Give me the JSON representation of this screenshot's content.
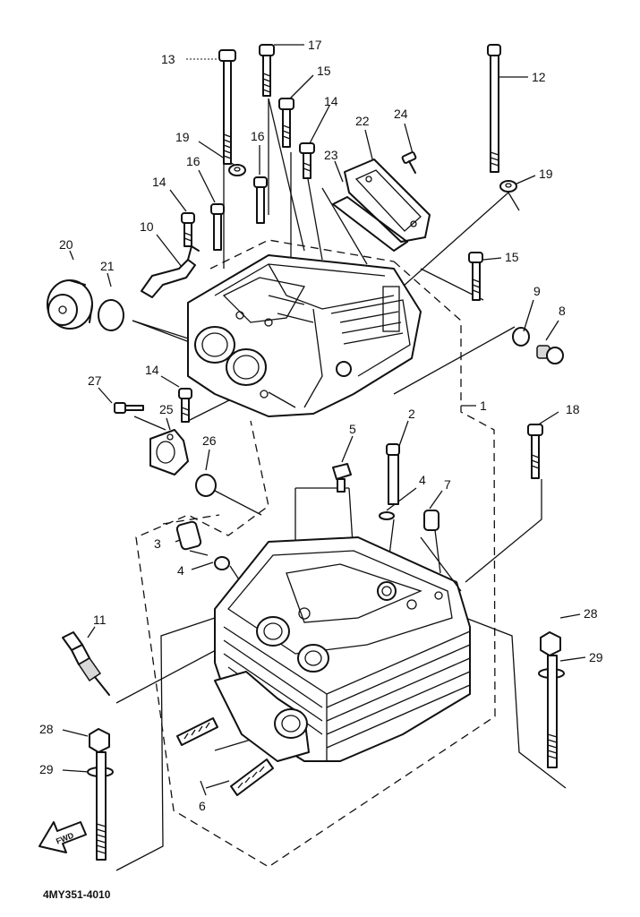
{
  "diagram": {
    "part_labels": [
      {
        "key": "l13",
        "text": "13"
      },
      {
        "key": "l17",
        "text": "17"
      },
      {
        "key": "l15a",
        "text": "15"
      },
      {
        "key": "l14a",
        "text": "14"
      },
      {
        "key": "l12",
        "text": "12"
      },
      {
        "key": "l24",
        "text": "24"
      },
      {
        "key": "l22",
        "text": "22"
      },
      {
        "key": "l19a",
        "text": "19"
      },
      {
        "key": "l16a",
        "text": "16"
      },
      {
        "key": "l23",
        "text": "23"
      },
      {
        "key": "l19b",
        "text": "19"
      },
      {
        "key": "l14b",
        "text": "14"
      },
      {
        "key": "l16b",
        "text": "16"
      },
      {
        "key": "l10",
        "text": "10"
      },
      {
        "key": "l15b",
        "text": "15"
      },
      {
        "key": "l20",
        "text": "20"
      },
      {
        "key": "l21",
        "text": "21"
      },
      {
        "key": "l9",
        "text": "9"
      },
      {
        "key": "l8",
        "text": "8"
      },
      {
        "key": "l27",
        "text": "27"
      },
      {
        "key": "l14c",
        "text": "14"
      },
      {
        "key": "l1",
        "text": "1"
      },
      {
        "key": "l25",
        "text": "25"
      },
      {
        "key": "l5",
        "text": "5"
      },
      {
        "key": "l2",
        "text": "2"
      },
      {
        "key": "l18",
        "text": "18"
      },
      {
        "key": "l26",
        "text": "26"
      },
      {
        "key": "l4a",
        "text": "4"
      },
      {
        "key": "l7",
        "text": "7"
      },
      {
        "key": "l3",
        "text": "3"
      },
      {
        "key": "l4b",
        "text": "4"
      },
      {
        "key": "l11",
        "text": "11"
      },
      {
        "key": "l28a",
        "text": "28"
      },
      {
        "key": "l29a",
        "text": "29"
      },
      {
        "key": "l28b",
        "text": "28"
      },
      {
        "key": "l29b",
        "text": "29"
      },
      {
        "key": "l6",
        "text": "6"
      }
    ],
    "direction_marker": "FWD",
    "drawing_code": "4MY351-4010"
  }
}
